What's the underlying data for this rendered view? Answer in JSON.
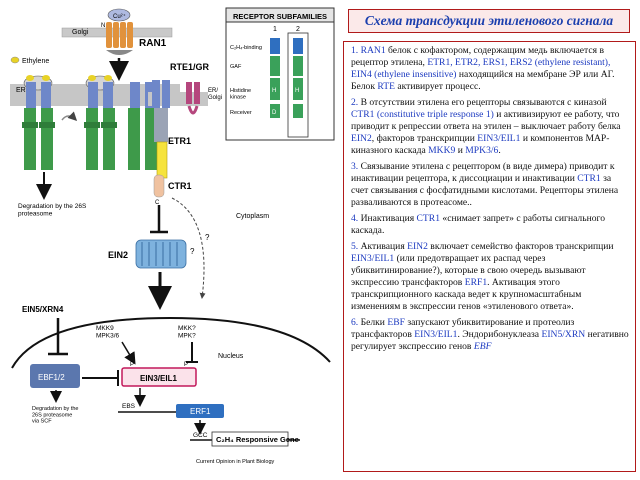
{
  "header": {
    "title": "Схема трансдукции этиленового сигнала"
  },
  "diagram": {
    "labels": {
      "ran1": "RAN1",
      "golgi": "Golgi",
      "cu": "Cu²⁺",
      "ethylene": "Ethylene",
      "er": "ER",
      "rte1": "RTE1/GR",
      "er_golgi": "ER/\nGolgi",
      "etr1": "ETR1",
      "ctr1": "CTR1",
      "degradation1": "Degradation by the 26S\nproteasome",
      "cytoplasm": "Cytoplasm",
      "ein2": "EIN2",
      "qmark": "?",
      "ein5": "EIN5/XRN4",
      "mkk9": "MKK9\nMPK3/6",
      "mkkq": "MKK?\nMPK?",
      "nucleus": "Nucleus",
      "ebf": "EBF1/2",
      "ein3": "EIN3/EIL1",
      "ebs": "EBS",
      "erf1": "ERF1",
      "degradation2": "Degradation by the\n26S proteasome\nvia SCF",
      "scf_sup": "EBF1/2",
      "gcc": "GCC",
      "responsive": "C₂H₄ Responsive Gene",
      "source": "Current Opinion in Plant Biology",
      "n": "N",
      "c": "C",
      "p": "P"
    },
    "receptor": {
      "title": "RECEPTOR SUBFAMILIES",
      "col1": "1",
      "col2": "2",
      "rows": [
        "C₂H₄-binding",
        "GAF",
        "Histidine\nkinase",
        "Receiver"
      ],
      "h": "H",
      "d": "D"
    }
  },
  "paragraphs": [
    {
      "num": "1.",
      "segments": [
        {
          "t": "RAN1",
          "h": true
        },
        {
          "t": " белок с кофактором, содержащим медь включается в рецептор этилена, ",
          "h": false
        },
        {
          "t": "ETR1, ETR2, ERS1, ERS2 (ethylene resistant), EIN4 (ethylene insensitive)",
          "h": true
        },
        {
          "t": " находящийся на мембране ЭР или АГ. Белок ",
          "h": false
        },
        {
          "t": "RTE",
          "h": true
        },
        {
          "t": " активирует процесс.",
          "h": false
        }
      ]
    },
    {
      "num": "2.",
      "segments": [
        {
          "t": "В отсутствии этилена его рецепторы связываются с  киназой ",
          "h": false
        },
        {
          "t": "CTR1 (constitutive triple response 1)",
          "h": true
        },
        {
          "t": " и активизируют ее работу, что приводит к репрессии ответа на этилен – выключает работу белка ",
          "h": false
        },
        {
          "t": "EIN2",
          "h": true
        },
        {
          "t": ", факторов транскрипции ",
          "h": false
        },
        {
          "t": "EIN3/EIL1",
          "h": true
        },
        {
          "t": " и компонентов МАР-киназного каскада ",
          "h": false
        },
        {
          "t": "MKK9",
          "h": true
        },
        {
          "t": " и ",
          "h": false
        },
        {
          "t": "MPK3/6",
          "h": true
        },
        {
          "t": ".",
          "h": false
        }
      ]
    },
    {
      "num": "3.",
      "segments": [
        {
          "t": "Связывание этилена с рецептором (в виде димера) приводит к инактивации рецептора, к диссоциации и инактивации ",
          "h": false
        },
        {
          "t": "CTR1",
          "h": true
        },
        {
          "t": " за счет связывания с фосфатидными кислотами. Рецепторы этилена  разваливаются в протеасоме..",
          "h": false
        }
      ]
    },
    {
      "num": "4.",
      "segments": [
        {
          "t": "Инактивация ",
          "h": false
        },
        {
          "t": "CTR1",
          "h": true
        },
        {
          "t": " «снимает запрет» с работы сигнального каскада.",
          "h": false
        }
      ]
    },
    {
      "num": "5.",
      "segments": [
        {
          "t": "Активация ",
          "h": false
        },
        {
          "t": "EIN2",
          "h": true
        },
        {
          "t": " включает семейство факторов транскрипции ",
          "h": false
        },
        {
          "t": "EIN3/EIL1",
          "h": true
        },
        {
          "t": " (или предотвращает их распад через убиквитинирование?), которые в свою очередь вызывают экспрессию трансфакторов ",
          "h": false
        },
        {
          "t": "ERF1",
          "h": true
        },
        {
          "t": ". Активация этого транскрипционного каскада ведет к крупномасштабным изменениям в экспрессии генов «этиленового ответа».",
          "h": false
        }
      ]
    },
    {
      "num": "6.",
      "segments": [
        {
          "t": "Белки ",
          "h": false
        },
        {
          "t": "EBF",
          "h": true
        },
        {
          "t": " запускают убиквитирование и протеолиз трансфакторов ",
          "h": false
        },
        {
          "t": "EIN3/EIL1",
          "h": true
        },
        {
          "t": ". Эндорибонуклеаза ",
          "h": false
        },
        {
          "t": "EIN5/XRN",
          "h": true
        },
        {
          "t": " негативно регулирует экспрессию генов ",
          "h": false
        },
        {
          "t": "EBF",
          "h": true,
          "i": true
        }
      ]
    }
  ]
}
